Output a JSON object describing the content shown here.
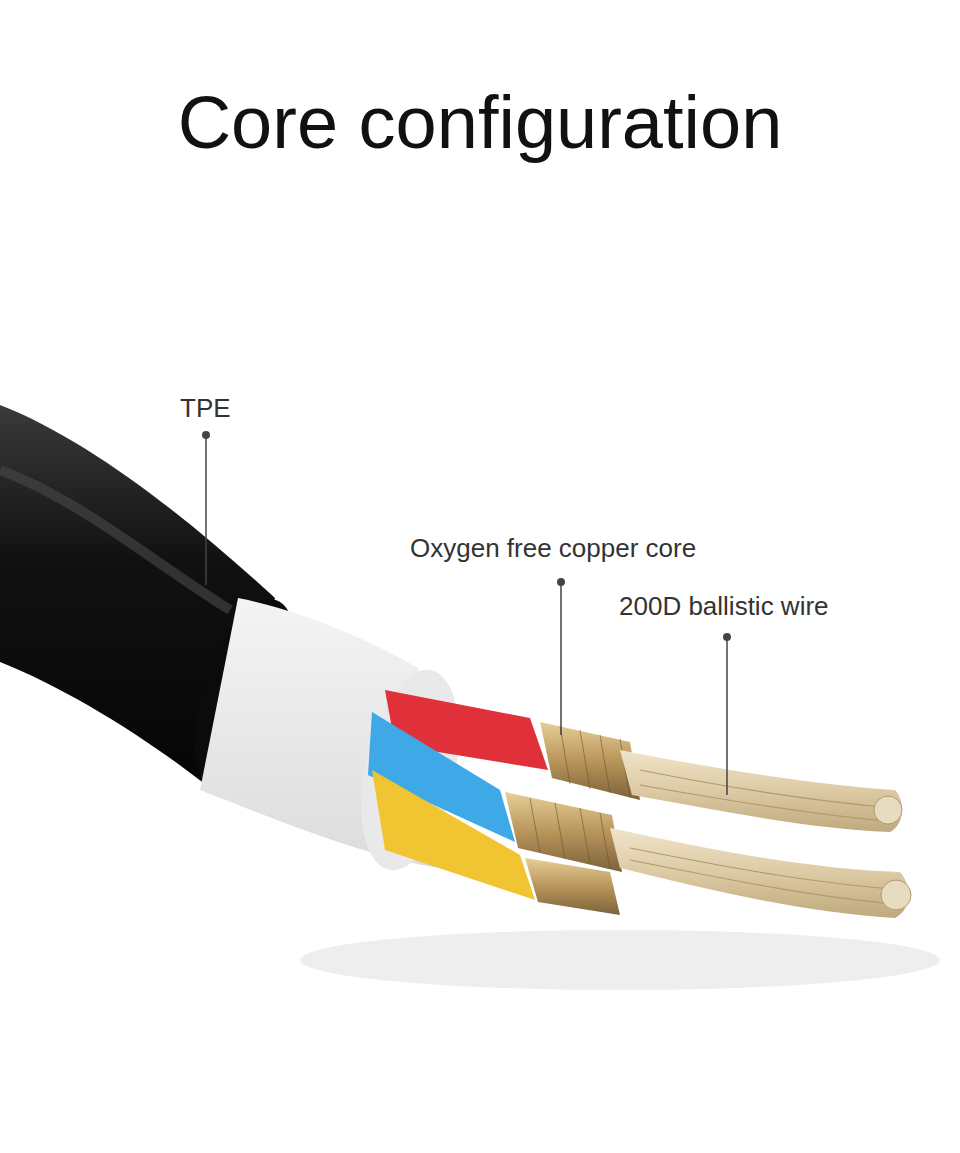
{
  "diagram": {
    "title": "Core configuration",
    "labels": [
      "TPE",
      "Oxygen free copper core",
      "200D ballistic wire"
    ]
  }
}
